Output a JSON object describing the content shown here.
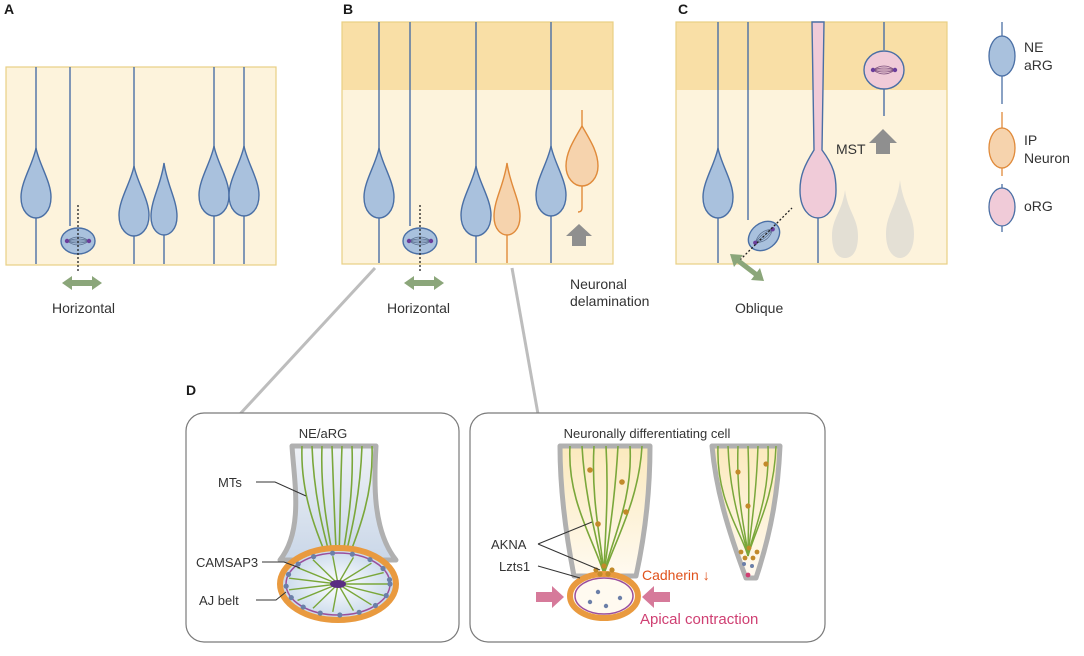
{
  "panels": {
    "a": "A",
    "b": "B",
    "c": "C",
    "d": "D"
  },
  "labels": {
    "horizontal_a": "Horizontal",
    "horizontal_b": "Horizontal",
    "oblique": "Oblique",
    "neuronal_delamination_1": "Neuronal",
    "neuronal_delamination_2": "delamination",
    "mst": "MST"
  },
  "legend": [
    {
      "line1": "NE",
      "line2": "aRG",
      "fill": "#a9c1dd",
      "stroke": "#4a6fa5"
    },
    {
      "line1": "IP",
      "line2": "Neuron",
      "fill": "#f6d3ad",
      "stroke": "#e08a3a"
    },
    {
      "line1": "oRG",
      "line2": "",
      "fill": "#f0cbd8",
      "stroke": "#4a6fa5"
    }
  ],
  "detail_left": {
    "title": "NE/aRG",
    "mts": "MTs",
    "camsap3": "CAMSAP3",
    "aj_belt": "AJ belt"
  },
  "detail_right": {
    "title": "Neuronally differentiating cell",
    "akna": "AKNA",
    "lzts1": "Lzts1",
    "cadherin": "Cadherin ↓",
    "apical_contraction": "Apical contraction"
  },
  "colors": {
    "panel_bg": "#fdf3dc",
    "panel_border": "#e8cf84",
    "top_band": "#f9dfa6",
    "ne_fill": "#a9c1dd",
    "ne_stroke": "#4a6fa5",
    "ip_fill": "#f6d3ad",
    "ip_stroke": "#e08a3a",
    "org_fill": "#f0cbd8",
    "arrow_green": "#8ba67a",
    "arrow_gray": "#8f8f8f",
    "mt_green": "#7aa73a",
    "orange_ring": "#e99a3f",
    "pink_arrow": "#d67a9a"
  }
}
